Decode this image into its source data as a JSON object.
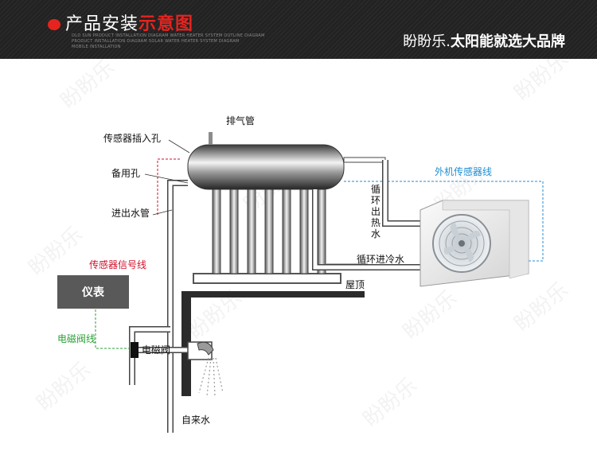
{
  "header": {
    "title_part1": "产品安装",
    "title_part2": "示意图",
    "fineprint": [
      "OLD SUN PRODUCT INSTALLATION DIAGRAM WATER HEATER SYSTEM OUTLINE DIAGRAM",
      "PRODUCT INSTALLATION DIAGRAM SOLAR WATER HEATER SYSTEM DIAGRAM",
      "MOBILE INSTALLATION"
    ],
    "slogan_part1": "盼盼乐.",
    "slogan_part2": "太阳能就选大品牌"
  },
  "labels": {
    "exhaust_pipe": "排气管",
    "sensor_hole": "传感器插入孔",
    "spare_hole": "备用孔",
    "inout_pipe": "进出水管",
    "sensor_signal_line": "传感器信号线",
    "meter": "仪表",
    "solenoid_line": "电磁阀线",
    "solenoid_valve": "电磁阀",
    "tap_water": "自来水",
    "roof": "屋顶",
    "circ_hot_out": [
      "循",
      "环",
      "出",
      "热",
      "水"
    ],
    "circ_cold_in": "循环进冷水",
    "external_sensor_line": "外机传感器线"
  },
  "watermark": "盼盼乐",
  "colors": {
    "header_bg": "#222222",
    "accent_red": "#e5241f",
    "label_red": "#d0112b",
    "label_blue": "#1f8fd6",
    "label_green": "#2aa236"
  }
}
